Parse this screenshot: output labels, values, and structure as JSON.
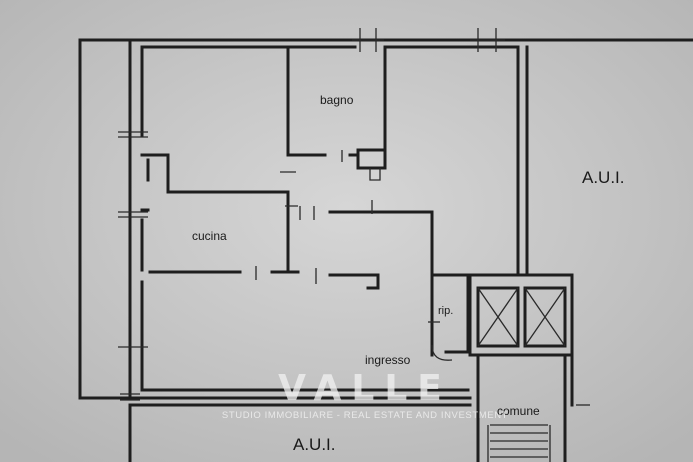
{
  "rooms": {
    "bagno": "bagno",
    "cucina": "cucina",
    "rip": "rip.",
    "ingresso": "ingresso",
    "comune": "comune",
    "aui_right": "A.U.I.",
    "aui_bottom": "A.U.I."
  },
  "watermark": {
    "brand": "VALLE",
    "tagline": "STUDIO IMMOBILIARE - REAL ESTATE AND INVESTMENT"
  },
  "colors": {
    "paper": "#c9c9c9",
    "ink": "#1e1e1e",
    "watermark": "#f2f2f2"
  }
}
